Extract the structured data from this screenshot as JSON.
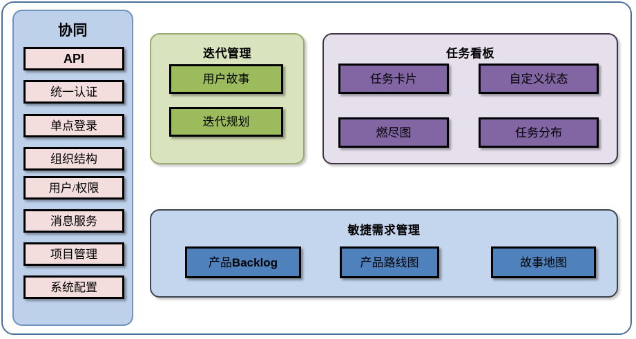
{
  "diagram": {
    "sidebar": {
      "title": "协同",
      "items": [
        {
          "label": "API",
          "emphasis": "bold"
        },
        {
          "label": "统一认证",
          "emphasis": "normal"
        },
        {
          "label": "单点登录",
          "emphasis": "normal"
        },
        {
          "label": "组织结构",
          "emphasis": "normal"
        },
        {
          "label": "用户/权限",
          "emphasis": "normal"
        },
        {
          "label": "消息服务",
          "emphasis": "normal"
        },
        {
          "label": "项目管理",
          "emphasis": "normal"
        },
        {
          "label": "系统配置",
          "emphasis": "normal"
        }
      ]
    },
    "iteration": {
      "title": "迭代管理",
      "items": [
        {
          "label": "用户故事"
        },
        {
          "label": "迭代规划"
        }
      ]
    },
    "taskboard": {
      "title": "任务看板",
      "items": [
        {
          "label": "任务卡片"
        },
        {
          "label": "自定义状态"
        },
        {
          "label": "燃尽图"
        },
        {
          "label": "任务分布"
        }
      ]
    },
    "requirements": {
      "title": "敏捷需求管理",
      "items": [
        {
          "label_prefix": "产品",
          "label_suffix": "Backlog",
          "label": "产品Backlog"
        },
        {
          "label": "产品路线图"
        },
        {
          "label": "故事地图"
        }
      ]
    }
  },
  "colors": {
    "frame_border": "#4a6f9c",
    "sidebar_fill": "#bdd1ea",
    "sidebar_border": "#6f92bf",
    "pink_node": "#f3dedd",
    "green_panel": "#d9e3bd",
    "green_panel_border": "#9aaa6f",
    "green_node": "#9cbb5d",
    "purple_panel": "#e6e0ed",
    "purple_node": "#8265a3",
    "blue_panel": "#c3d6ee",
    "blue_node": "#4f81bd",
    "node_border": "#000000",
    "text": "#000000"
  }
}
